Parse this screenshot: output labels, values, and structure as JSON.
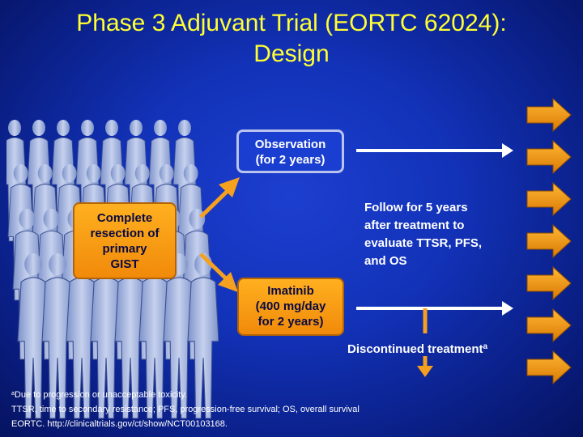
{
  "slide": {
    "title_line1": "Phase 3 Adjuvant Trial (EORTC 62024):",
    "title_line2": "Design"
  },
  "boxes": {
    "observation": {
      "line1": "Observation",
      "line2": "(for 2 years)"
    },
    "resection": {
      "line1": "Complete",
      "line2": "resection of",
      "line3": "primary",
      "line4": "GIST"
    },
    "imatinib": {
      "line1": "Imatinib",
      "line2": "(400 mg/day",
      "line3": "for 2 years)"
    }
  },
  "follow": {
    "line1": "Follow for 5 years",
    "line2": "after treatment to",
    "line3": "evaluate TTSR, PFS,",
    "line4": "and OS"
  },
  "discontinued": {
    "label": "Discontinued treatment",
    "marker": "a"
  },
  "footnotes": {
    "marker": "a",
    "note1": "Due to progression or unacceptable toxicity.",
    "note2": "TTSR, time to secondary resistance; PFS, progression-free survival; OS, overall survival",
    "note3": "EORTC. http://clinicaltrials.gov/ct/show/NCT00103168."
  },
  "colors": {
    "title": "#ffff33",
    "accent_orange": "#f5a01e",
    "arrow_orange": "#e8900c",
    "background_blue": "#1232b8"
  },
  "icons": {
    "people": "crowd-of-people-silhouettes",
    "side": "right-arrow-column"
  }
}
